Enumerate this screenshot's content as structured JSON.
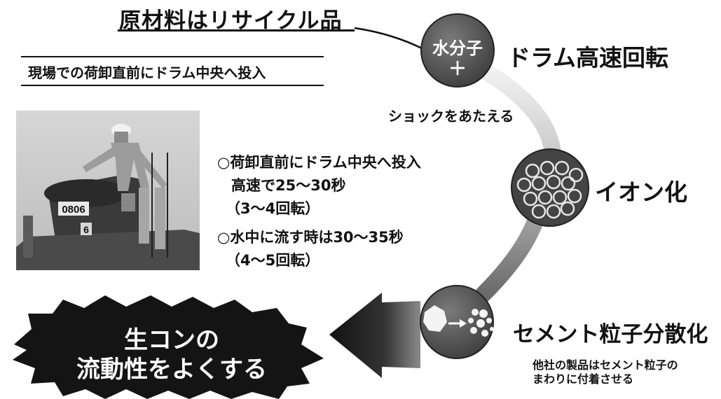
{
  "title": "原材料はリサイクル品",
  "subtitle": "現場での荷卸直前にドラム中央へ投入",
  "description": {
    "line1": "○荷卸直前にドラム中央へ投入",
    "line2": "高速で25〜30秒",
    "line3": "（3〜4回転）",
    "line4": "○水中に流す時は30〜35秒",
    "line5": "（4〜5回転）"
  },
  "stage1": {
    "circle_text1": "水分子",
    "circle_text2": "＋",
    "label": "ドラム高速回転",
    "note": "ショックをあたえる"
  },
  "stage2": {
    "label": "イオン化"
  },
  "stage3": {
    "label": "セメント粒子分散化",
    "note_line1": "他社の製品はセメント粒子の",
    "note_line2": "まわりに付着させる"
  },
  "result": {
    "line1": "生コンの",
    "line2": "流動性をよくする"
  },
  "photo": {
    "truck_number": "0806",
    "plate_number": "6"
  },
  "colors": {
    "circle": "#555555",
    "background": "#ffffff",
    "text": "#111111"
  }
}
